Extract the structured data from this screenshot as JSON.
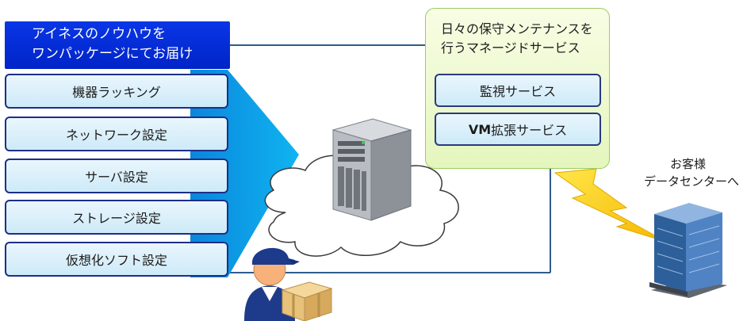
{
  "left_panel": {
    "header_lines": [
      "アイネスのノウハウを",
      "ワンパッケージにてお届け"
    ],
    "steps": [
      "機器ラッキング",
      "ネットワーク設定",
      "サーバ設定",
      "ストレージ設定",
      "仮想化ソフト設定"
    ]
  },
  "management": {
    "title_lines": [
      "日々の保守メンテナンスを",
      "行うマネージドサービス"
    ],
    "service_monitoring": "監視サービス",
    "service_vm_bold": "VM",
    "service_vm_rest": "拡張サービス"
  },
  "destination": {
    "label_lines": [
      "お客様",
      "データセンターへ"
    ]
  },
  "colors": {
    "header_blue": "#0a36e6",
    "arrow_cyan": "#00a0e8",
    "step_border": "#1e2f86",
    "management_green": "#e4f6bd",
    "lightning_yellow": "#ffd400"
  },
  "icons": [
    "server-icon",
    "cloud-icon",
    "worker-icon",
    "parcel-icon",
    "lightning-icon",
    "building-icon"
  ]
}
